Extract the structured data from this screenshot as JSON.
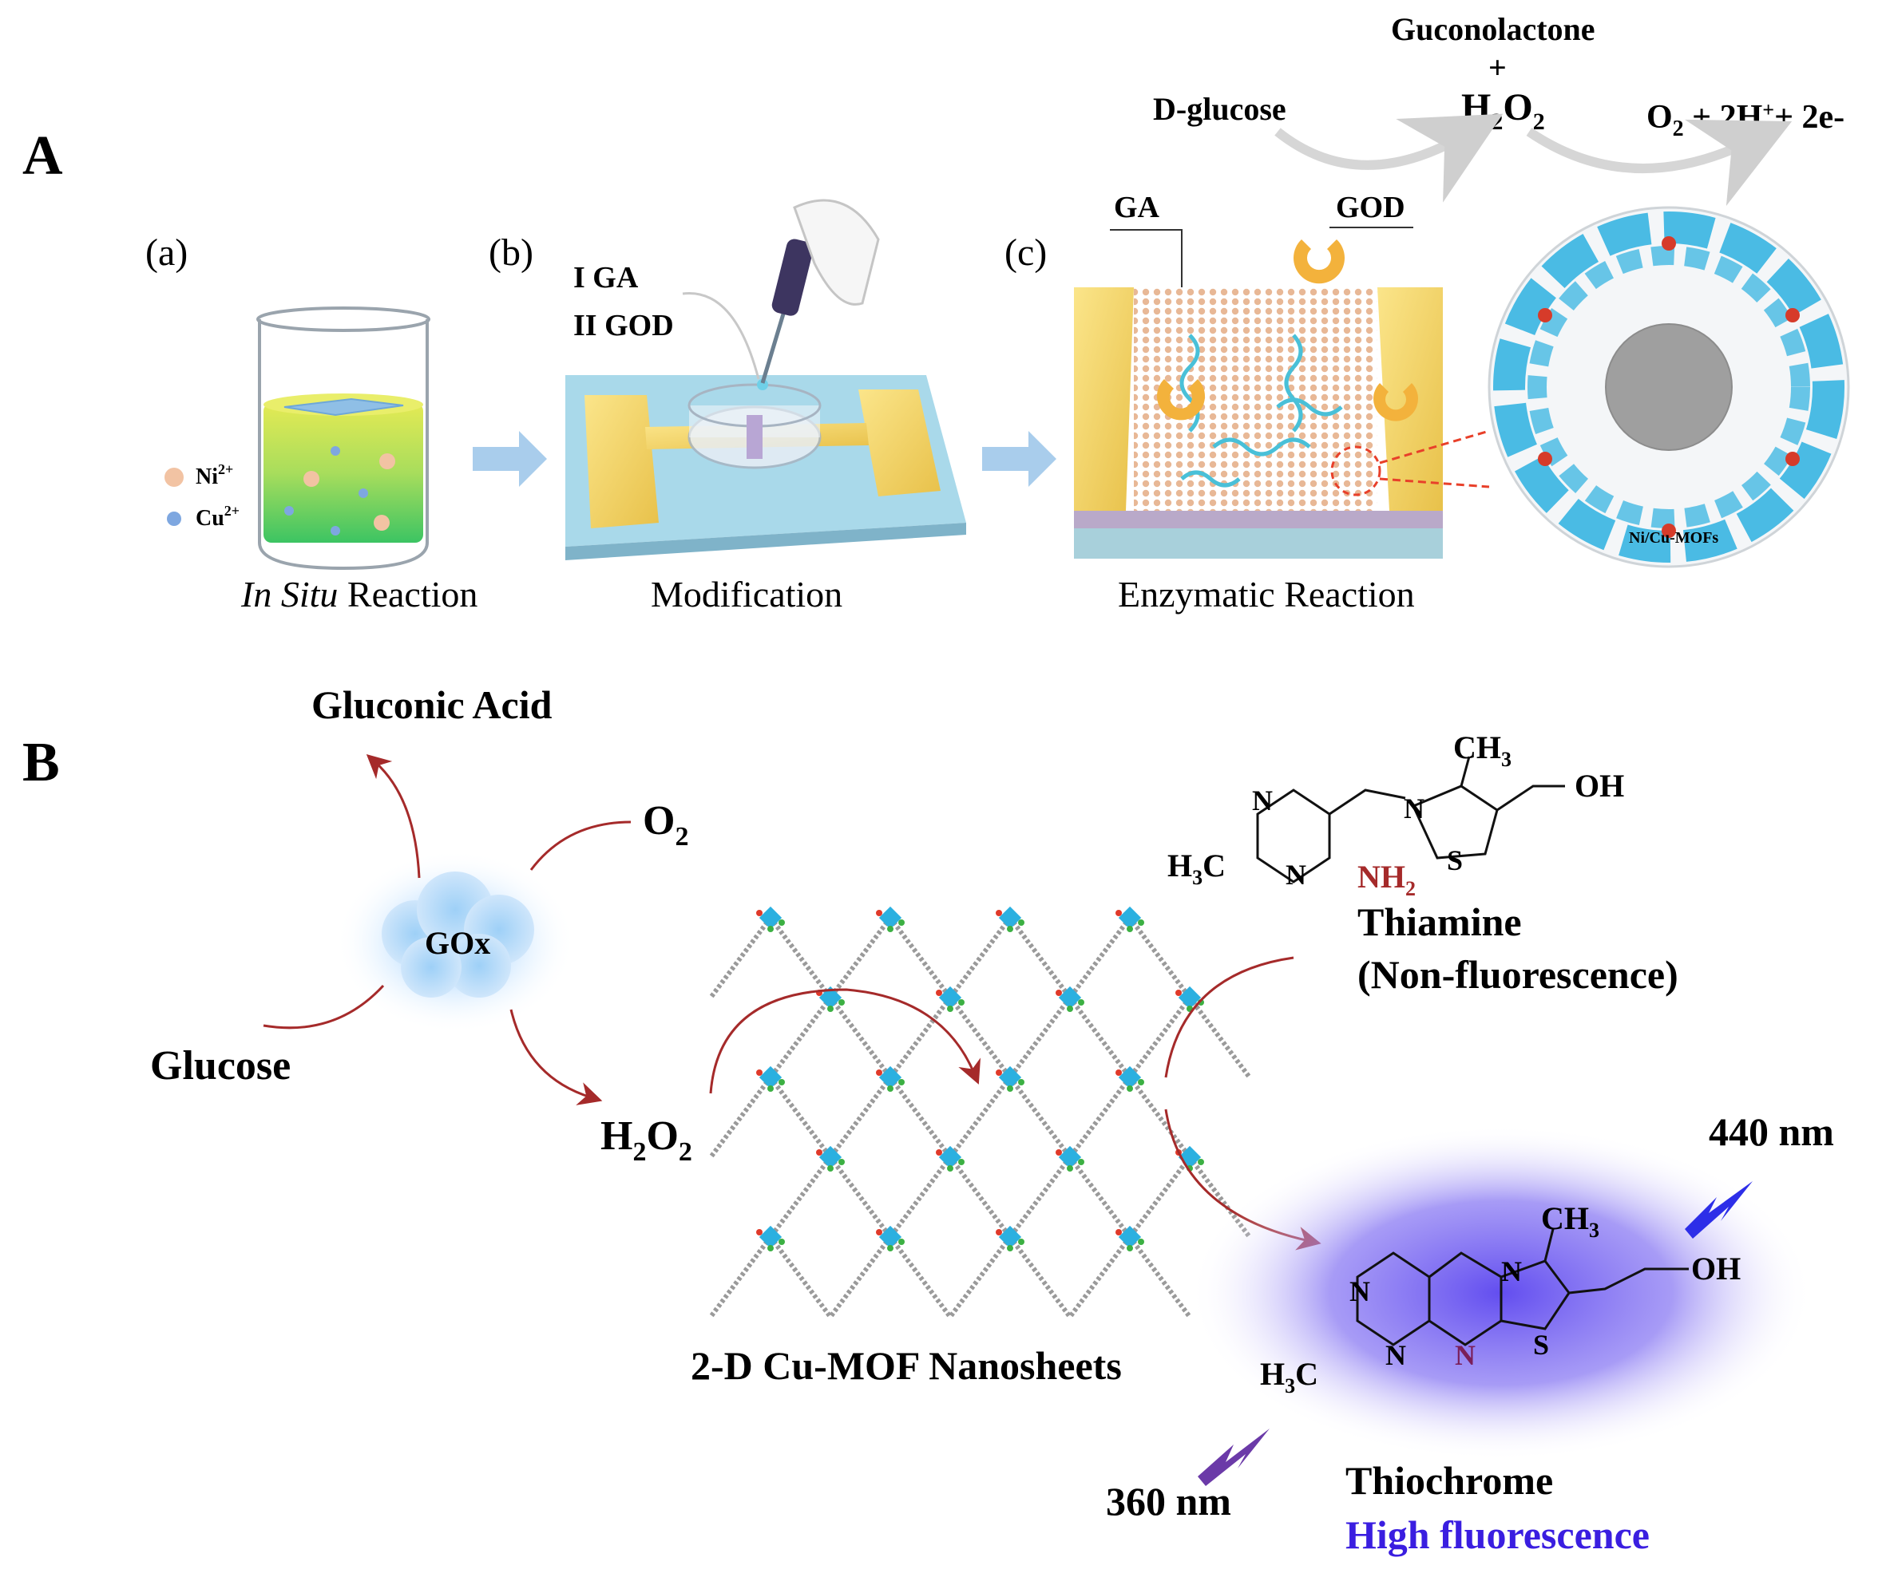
{
  "panel_a": {
    "label": "A",
    "step_a": {
      "tag": "(a)",
      "caption_italic": "In Situ",
      "caption_rest": " Reaction",
      "ion1": "Ni",
      "ion1_charge": "2+",
      "ion2": "Cu",
      "ion2_charge": "2+"
    },
    "step_b": {
      "tag": "(b)",
      "reagent1": "I GA",
      "reagent2": "II GOD",
      "caption": "Modification"
    },
    "step_c": {
      "tag": "(c)",
      "ga_label": "GA",
      "god_label": "GOD",
      "caption": "Enzymatic Reaction",
      "mof_label": "Ni/Cu-MOFs"
    },
    "reaction": {
      "reactant": "D-glucose",
      "product_top": "Guconolactone",
      "plus": "+",
      "h2o2": "H2O2",
      "final": "O2 + 2H++ 2e-"
    }
  },
  "panel_b": {
    "label": "B",
    "gluconic_acid": "Gluconic Acid",
    "o2": "O2",
    "gox": "GOx",
    "glucose": "Glucose",
    "h2o2": "H2O2",
    "mof_caption": "2-D Cu-MOF Nanosheets",
    "thiamine": {
      "name": "Thiamine",
      "note": "(Non-fluorescence)",
      "atoms": {
        "n1": "N",
        "n2": "N",
        "n_plus": "N",
        "s": "S",
        "ch3": "CH3",
        "oh": "OH",
        "h3c": "H3C",
        "nh2": "NH2"
      }
    },
    "thiochrome": {
      "name": "Thiochrome",
      "note": "High fluorescence",
      "atoms": {
        "n1": "N",
        "n2": "N",
        "n3": "N",
        "n4": "N",
        "s": "S",
        "ch3": "CH3",
        "oh": "OH",
        "h3c": "H3C"
      }
    },
    "excitation": "360 nm",
    "emission": "440 nm"
  },
  "colors": {
    "arrow_red": "#a52a2a",
    "fluorescence_text": "#3a1ee0",
    "glow": "#6a55f0",
    "gold": "#f2d56b",
    "substrate_blue": "#a9d9ea",
    "process_arrow": "#9fc6e8",
    "mof_cyan": "#2bb0e0"
  }
}
